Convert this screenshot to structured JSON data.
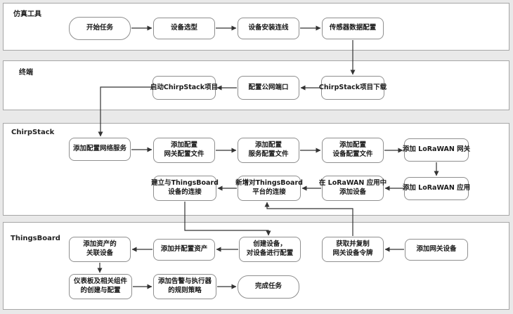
{
  "diagram": {
    "type": "swimlane-flowchart",
    "colors": {
      "background": "#e9e9e9",
      "lane_fill": "#ffffff",
      "lane_border": "#a6a6a6",
      "node_fill": "#ffffff",
      "node_border": "#8f8f8f",
      "arrow": "#333333",
      "text": "#1a1a1a"
    },
    "lanes": [
      {
        "id": "sim",
        "label": "仿真工具"
      },
      {
        "id": "terminal",
        "label": "终端"
      },
      {
        "id": "chirpstack",
        "label": "ChirpStack"
      },
      {
        "id": "thingsboard",
        "label": "ThingsBoard"
      }
    ],
    "nodes": [
      {
        "id": "start",
        "lane": "sim",
        "shape": "terminal",
        "lines": [
          "开始任务"
        ]
      },
      {
        "id": "device-select",
        "lane": "sim",
        "shape": "process",
        "lines": [
          "设备选型"
        ]
      },
      {
        "id": "device-install",
        "lane": "sim",
        "shape": "process",
        "lines": [
          "设备安装连线"
        ]
      },
      {
        "id": "sensor-config",
        "lane": "sim",
        "shape": "process",
        "lines": [
          "传感器数据配置"
        ]
      },
      {
        "id": "chirpstack-download",
        "lane": "terminal",
        "shape": "process",
        "lines": [
          "ChirpStack项目下载"
        ]
      },
      {
        "id": "public-port",
        "lane": "terminal",
        "shape": "process",
        "lines": [
          "配置公网端口"
        ]
      },
      {
        "id": "start-chirpstack",
        "lane": "terminal",
        "shape": "process",
        "lines": [
          "启动ChirpStack项目"
        ]
      },
      {
        "id": "network-service",
        "lane": "chirpstack",
        "shape": "process",
        "lines": [
          "添加配置网络服务"
        ]
      },
      {
        "id": "gateway-profile",
        "lane": "chirpstack",
        "shape": "process",
        "lines": [
          "添加配置",
          "网关配置文件"
        ]
      },
      {
        "id": "service-profile",
        "lane": "chirpstack",
        "shape": "process",
        "lines": [
          "添加配置",
          "服务配置文件"
        ]
      },
      {
        "id": "device-profile",
        "lane": "chirpstack",
        "shape": "process",
        "lines": [
          "添加配置",
          "设备配置文件"
        ]
      },
      {
        "id": "add-lorawan-gateway",
        "lane": "chirpstack",
        "shape": "process",
        "lines": [
          "添加 LoRaWAN 网关"
        ]
      },
      {
        "id": "add-lorawan-app",
        "lane": "chirpstack",
        "shape": "process",
        "lines": [
          "添加 LoRaWAN 应用"
        ]
      },
      {
        "id": "add-device-in-app",
        "lane": "chirpstack",
        "shape": "process",
        "lines": [
          "在 LoRaWAN 应用中",
          "添加设备"
        ]
      },
      {
        "id": "new-tb-connection",
        "lane": "chirpstack",
        "shape": "process",
        "lines": [
          "新增对ThingsBoard",
          "平台的连接"
        ]
      },
      {
        "id": "establish-tb-device",
        "lane": "chirpstack",
        "shape": "process",
        "lines": [
          "建立与ThingsBoard",
          "设备的连接"
        ]
      },
      {
        "id": "create-device",
        "lane": "thingsboard",
        "shape": "process",
        "lines": [
          "创建设备，",
          "对设备进行配置"
        ]
      },
      {
        "id": "copy-gateway-token",
        "lane": "thingsboard",
        "shape": "process",
        "lines": [
          "获取并复制",
          "网关设备令牌"
        ]
      },
      {
        "id": "add-gateway-device",
        "lane": "thingsboard",
        "shape": "process",
        "lines": [
          "添加网关设备"
        ]
      },
      {
        "id": "add-config-asset",
        "lane": "thingsboard",
        "shape": "process",
        "lines": [
          "添加并配置资产"
        ]
      },
      {
        "id": "asset-related-device",
        "lane": "thingsboard",
        "shape": "process",
        "lines": [
          "添加资产的",
          "关联设备"
        ]
      },
      {
        "id": "dashboard-create",
        "lane": "thingsboard",
        "shape": "process",
        "lines": [
          "仪表板及相关组件",
          "的创建与配置"
        ]
      },
      {
        "id": "alarm-rules",
        "lane": "thingsboard",
        "shape": "process",
        "lines": [
          "添加告警与执行器",
          "的规则策略"
        ]
      },
      {
        "id": "end",
        "lane": "thingsboard",
        "shape": "terminal",
        "lines": [
          "完成任务"
        ]
      }
    ],
    "edges": [
      {
        "from": "start",
        "to": "device-select"
      },
      {
        "from": "device-select",
        "to": "device-install"
      },
      {
        "from": "device-install",
        "to": "sensor-config"
      },
      {
        "from": "sensor-config",
        "to": "chirpstack-download"
      },
      {
        "from": "chirpstack-download",
        "to": "public-port"
      },
      {
        "from": "public-port",
        "to": "start-chirpstack"
      },
      {
        "from": "start-chirpstack",
        "to": "network-service"
      },
      {
        "from": "network-service",
        "to": "gateway-profile"
      },
      {
        "from": "gateway-profile",
        "to": "service-profile"
      },
      {
        "from": "service-profile",
        "to": "device-profile"
      },
      {
        "from": "device-profile",
        "to": "add-lorawan-gateway"
      },
      {
        "from": "add-lorawan-gateway",
        "to": "add-lorawan-app"
      },
      {
        "from": "add-lorawan-app",
        "to": "add-device-in-app"
      },
      {
        "from": "add-device-in-app",
        "to": "new-tb-connection"
      },
      {
        "from": "new-tb-connection",
        "to": "establish-tb-device"
      },
      {
        "from": "establish-tb-device",
        "to": "create-device"
      },
      {
        "from": "copy-gateway-token",
        "to": "new-tb-connection"
      },
      {
        "from": "add-gateway-device",
        "to": "copy-gateway-token"
      },
      {
        "from": "create-device",
        "to": "add-config-asset"
      },
      {
        "from": "add-config-asset",
        "to": "asset-related-device"
      },
      {
        "from": "asset-related-device",
        "to": "dashboard-create"
      },
      {
        "from": "dashboard-create",
        "to": "alarm-rules"
      },
      {
        "from": "alarm-rules",
        "to": "end"
      }
    ]
  }
}
